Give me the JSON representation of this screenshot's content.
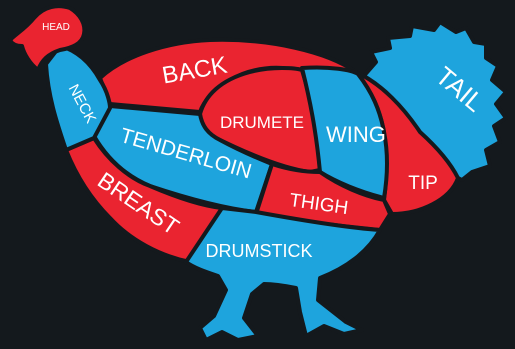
{
  "colors": {
    "background": "#14191d",
    "red": "#ea2430",
    "blue": "#1ea4dd",
    "outline": "#14191d",
    "label": "#ffffff"
  },
  "parts": {
    "head": "HEAD",
    "neck": "NECK",
    "back": "BACK",
    "drumete": "DRUMETE",
    "wing": "WING",
    "tail": "TAIL",
    "tenderloin": "TENDERLOIN",
    "breast": "BREAST",
    "thigh": "THIGH",
    "tip": "TIP",
    "drumstick": "DRUMSTICK"
  }
}
